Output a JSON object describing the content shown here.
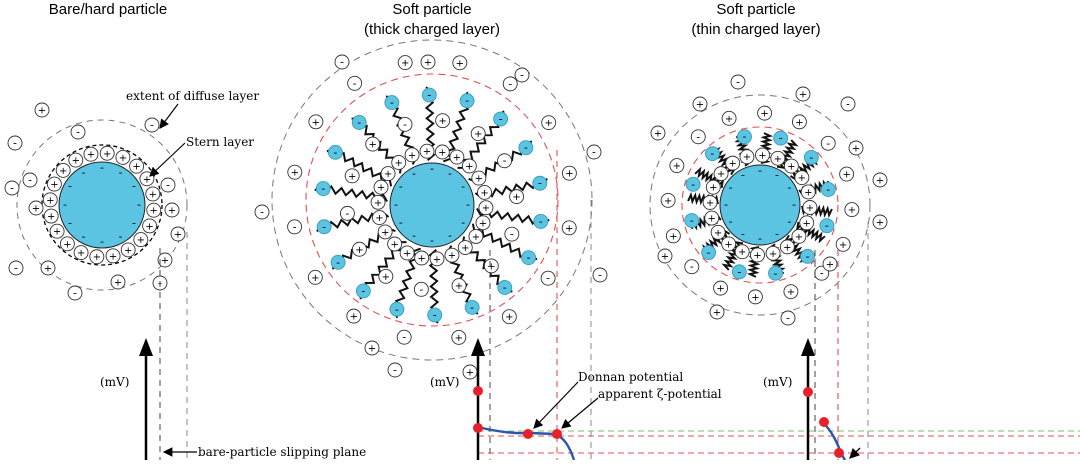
{
  "titles": {
    "bare": "Bare/hard particle",
    "thick_line1": "Soft particle",
    "thick_line2": "(thick charged layer)",
    "thin_line1": "Soft particle",
    "thin_line2": "(thin charged layer)"
  },
  "annotations": {
    "diffuse": "extent of diffuse layer",
    "stern": "Stern layer",
    "slipping": "bare-particle slipping plane",
    "donnan": "Donnan potential",
    "zeta": "apparent ζ-potential"
  },
  "axis_label": "(mV)",
  "ion_symbols": {
    "plus": "+",
    "minus": "-"
  },
  "colors": {
    "core": "#5bc4e3",
    "ion_blue": "#5bc4e3",
    "red_dash": "#e05050",
    "green_dash": "#7bbf6a",
    "curve": "#2c55b0",
    "point": "#e8202a",
    "grey_dash": "#666666"
  }
}
